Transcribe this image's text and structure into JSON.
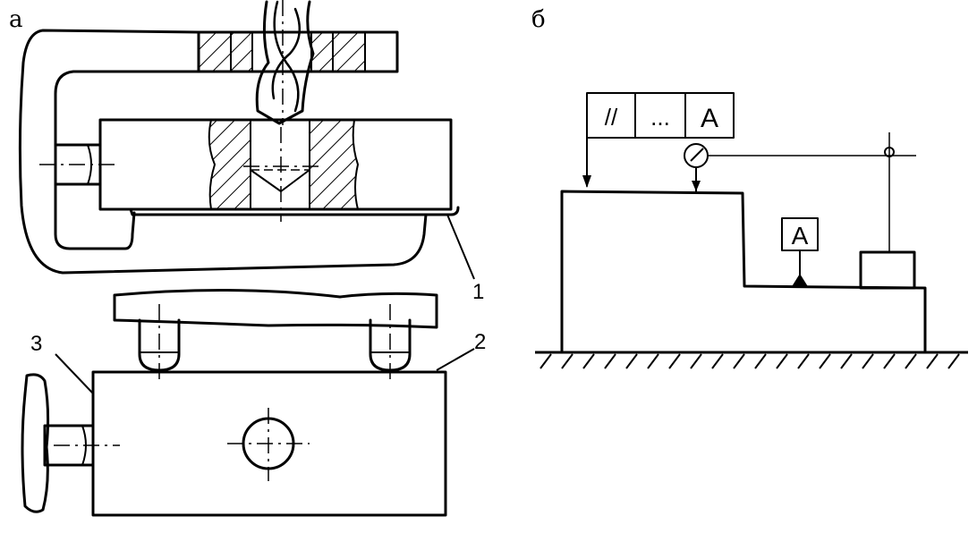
{
  "panels": {
    "a": {
      "label": "а"
    },
    "b": {
      "label": "б"
    }
  },
  "callouts": {
    "part1": "1",
    "part2": "2",
    "part3": "3"
  },
  "tolerance_frame": {
    "symbol": "//",
    "value": "...",
    "datum": "A"
  },
  "datum_tag": "A",
  "colors": {
    "ink": "#000000",
    "paper": "#ffffff"
  }
}
